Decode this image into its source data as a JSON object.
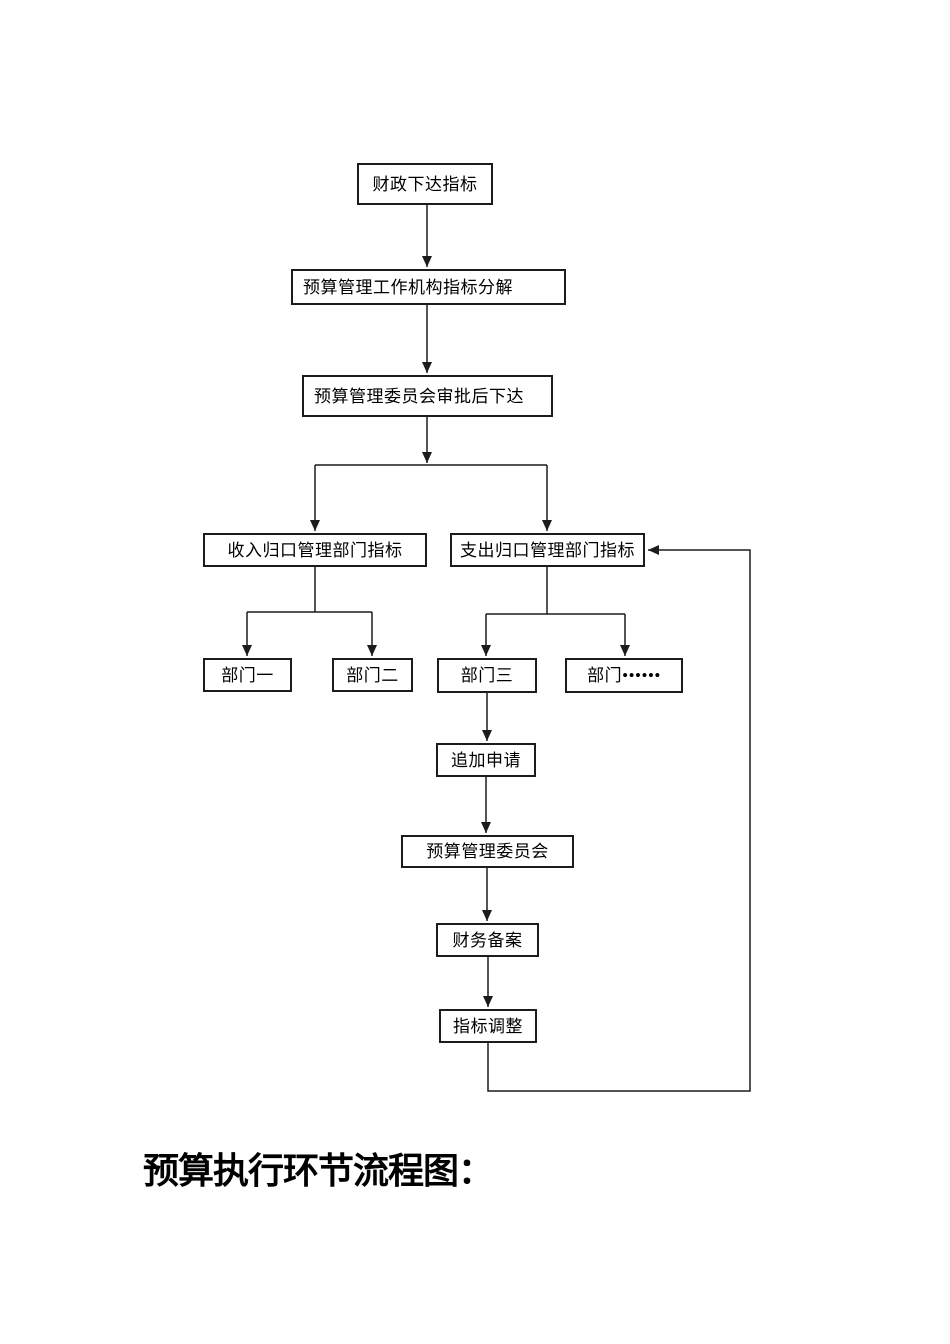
{
  "page": {
    "background": "#ffffff",
    "line_color": "#1c1c1c"
  },
  "flowchart": {
    "nodes": {
      "finance_issue": "财政下达指标",
      "org_decompose": "预算管理工作机构指标分解",
      "committee_approve": "预算管理委员会审批后下达",
      "revenue_targets": "收入归口管理部门指标",
      "expenditure_targets": "支出归口管理部门指标",
      "dept1": "部门一",
      "dept2": "部门二",
      "dept3": "部门三",
      "dept_more": "部门••••••",
      "additional_request": "追加申请",
      "budget_committee": "预算管理委员会",
      "finance_filing": "财务备案",
      "target_adjustment": "指标调整"
    },
    "heading": "预算执行环节流程图："
  }
}
